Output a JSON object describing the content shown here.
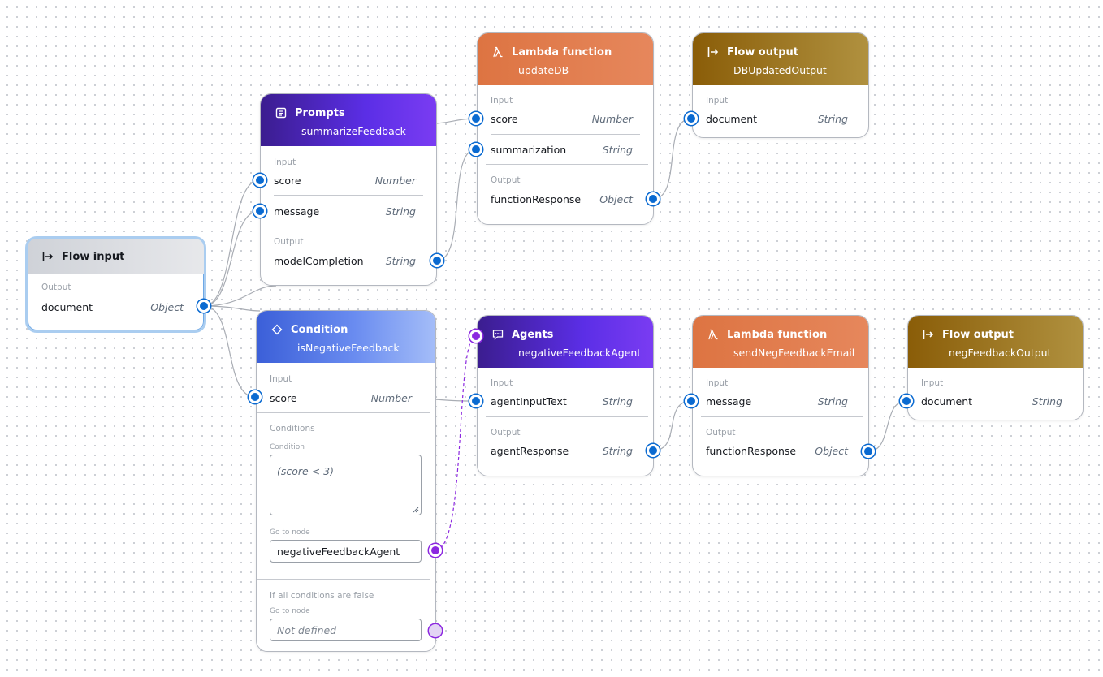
{
  "nodes": {
    "flow_input": {
      "title": "Flow input",
      "output_label": "Output",
      "outputs": [
        {
          "name": "document",
          "type": "Object"
        }
      ]
    },
    "prompts": {
      "title": "Prompts",
      "subtitle": "summarizeFeedback",
      "input_label": "Input",
      "inputs": [
        {
          "name": "score",
          "type": "Number"
        },
        {
          "name": "message",
          "type": "String"
        }
      ],
      "output_label": "Output",
      "outputs": [
        {
          "name": "modelCompletion",
          "type": "String"
        }
      ]
    },
    "lambda_update": {
      "title": "Lambda function",
      "subtitle": "updateDB",
      "input_label": "Input",
      "inputs": [
        {
          "name": "score",
          "type": "Number"
        },
        {
          "name": "summarization",
          "type": "String"
        }
      ],
      "output_label": "Output",
      "outputs": [
        {
          "name": "functionResponse",
          "type": "Object"
        }
      ]
    },
    "flow_output_db": {
      "title": "Flow output",
      "subtitle": "DBUpdatedOutput",
      "input_label": "Input",
      "inputs": [
        {
          "name": "document",
          "type": "String"
        }
      ]
    },
    "condition": {
      "title": "Condition",
      "subtitle": "isNegativeFeedback",
      "input_label": "Input",
      "inputs": [
        {
          "name": "score",
          "type": "Number"
        }
      ],
      "conditions_label": "Conditions",
      "condition_label": "Condition",
      "condition_expr": "(score < 3)",
      "goto_label": "Go to node",
      "goto_value": "negativeFeedbackAgent",
      "else_label": "If all conditions are false",
      "else_goto_label": "Go to node",
      "else_goto_placeholder": "Not defined"
    },
    "agents": {
      "title": "Agents",
      "subtitle": "negativeFeedbackAgent",
      "input_label": "Input",
      "inputs": [
        {
          "name": "agentInputText",
          "type": "String"
        }
      ],
      "output_label": "Output",
      "outputs": [
        {
          "name": "agentResponse",
          "type": "String"
        }
      ]
    },
    "lambda_email": {
      "title": "Lambda function",
      "subtitle": "sendNegFeedbackEmail",
      "input_label": "Input",
      "inputs": [
        {
          "name": "message",
          "type": "String"
        }
      ],
      "output_label": "Output",
      "outputs": [
        {
          "name": "functionResponse",
          "type": "Object"
        }
      ]
    },
    "flow_output_neg": {
      "title": "Flow output",
      "subtitle": "negFeedbackOutput",
      "input_label": "Input",
      "inputs": [
        {
          "name": "document",
          "type": "String"
        }
      ]
    }
  },
  "icons": {
    "flow_input": "arrow-right-from-bar-icon",
    "prompts": "document-lines-icon",
    "lambda": "lambda-icon",
    "flow_output": "arrow-right-from-bar-icon",
    "condition": "diamond-icon",
    "agents": "chat-bubble-icon"
  },
  "colors": {
    "handle_blue": "#0a6ad1",
    "handle_purple": "#8c28e0",
    "edge": "#a9adb4",
    "lambda": "#dd7442",
    "prompts": "#5b2ee6",
    "flow_output": "#8a5d08",
    "condition": "#3b5fd8"
  }
}
